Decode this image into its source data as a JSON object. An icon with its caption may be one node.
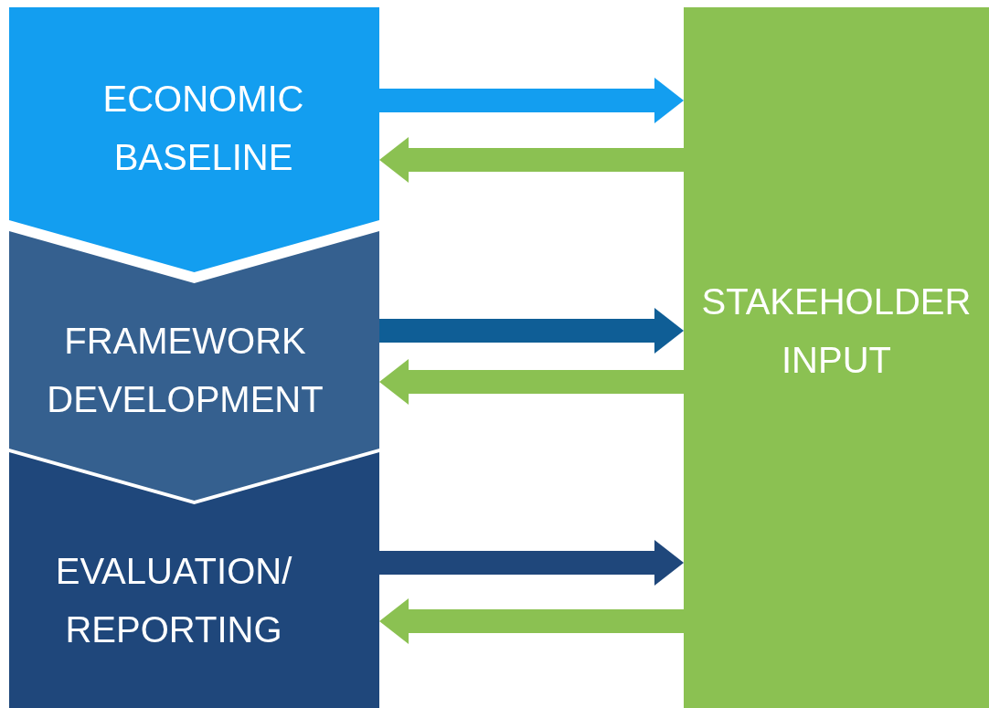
{
  "diagram": {
    "nodes": [
      {
        "text": [
          "ECONOMIC BASELINE"
        ]
      },
      {
        "text": [
          "FRAMEWORK DEVELOPMENT"
        ]
      },
      {
        "text": [
          "EVALUATION/ REPORTING"
        ]
      },
      {
        "text": [
          "STAKEHOLDER INPUT"
        ]
      }
    ],
    "edges": [
      {
        "from": 0,
        "to": 3,
        "arrow": "to",
        "color": "#139ef0"
      },
      {
        "from": 3,
        "to": 0,
        "arrow": "to"
      },
      {
        "from": 1,
        "to": 3,
        "arrow": "to",
        "color": "#0f5e96"
      },
      {
        "from": 3,
        "to": 1,
        "arrow": "to"
      },
      {
        "from": 2,
        "to": 3,
        "arrow": "to",
        "color": "#1f477b"
      },
      {
        "from": 3,
        "to": 2,
        "arrow": "to"
      }
    ]
  }
}
